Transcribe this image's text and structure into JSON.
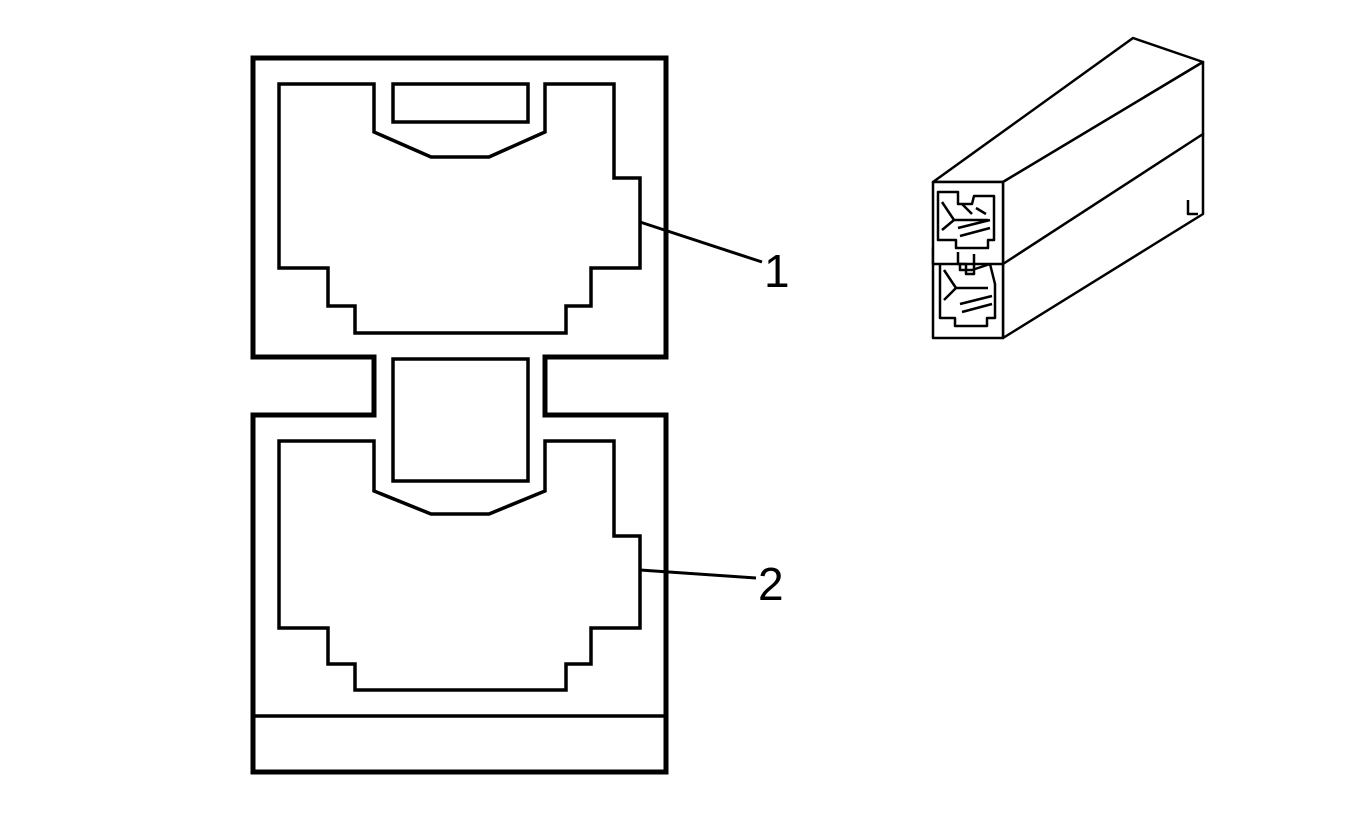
{
  "callouts": [
    {
      "id": "callout-1",
      "text": "1"
    },
    {
      "id": "callout-2",
      "text": "2"
    }
  ]
}
